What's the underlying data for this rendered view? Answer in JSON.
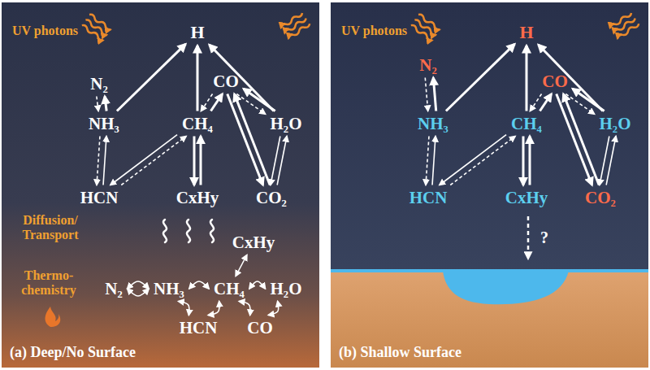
{
  "diagram": {
    "nodes": [
      {
        "text": [
          "(a) Deep/No Surface"
        ]
      },
      {
        "text": [
          "H"
        ],
        "in": 0
      },
      {
        "text": [
          "N₂"
        ],
        "in": 0
      },
      {
        "text": [
          "CO"
        ],
        "in": 0
      },
      {
        "text": [
          "NH₃"
        ],
        "in": 0
      },
      {
        "text": [
          "CH₄"
        ],
        "in": 0
      },
      {
        "text": [
          "H₂O"
        ],
        "in": 0
      },
      {
        "text": [
          "HCN"
        ],
        "in": 0
      },
      {
        "text": [
          "CxHy"
        ],
        "in": 0
      },
      {
        "text": [
          "CO₂"
        ],
        "in": 0
      },
      {
        "text": [
          "CxHy"
        ],
        "in": 0
      },
      {
        "text": [
          "N₂"
        ],
        "in": 0
      },
      {
        "text": [
          "NH₃"
        ],
        "in": 0
      },
      {
        "text": [
          "CH₄"
        ],
        "in": 0
      },
      {
        "text": [
          "H₂O"
        ],
        "in": 0
      },
      {
        "text": [
          "HCN"
        ],
        "in": 0
      },
      {
        "text": [
          "CO"
        ],
        "in": 0
      },
      {
        "text": [
          "(b) Shallow Surface"
        ]
      },
      {
        "text": [
          "H"
        ],
        "in": 17
      },
      {
        "text": [
          "N₂"
        ],
        "in": 17
      },
      {
        "text": [
          "CO"
        ],
        "in": 17
      },
      {
        "text": [
          "NH₃"
        ],
        "in": 17
      },
      {
        "text": [
          "CH₄"
        ],
        "in": 17
      },
      {
        "text": [
          "H₂O"
        ],
        "in": 17
      },
      {
        "text": [
          "HCN"
        ],
        "in": 17
      },
      {
        "text": [
          "CxHy"
        ],
        "in": 17
      },
      {
        "text": [
          "CO₂"
        ],
        "in": 17
      }
    ],
    "edges": [
      {
        "from": 4,
        "to": 1,
        "arrow": "to"
      },
      {
        "from": 5,
        "to": 1,
        "arrow": "to"
      },
      {
        "from": 6,
        "to": 1,
        "arrow": "to"
      },
      {
        "from": 4,
        "to": 2,
        "arrow": "to"
      },
      {
        "from": 2,
        "to": 4,
        "arrow": "to"
      },
      {
        "from": 5,
        "to": 3,
        "arrow": "to"
      },
      {
        "from": 3,
        "to": 5,
        "arrow": "to"
      },
      {
        "from": 6,
        "to": 3,
        "arrow": "to"
      },
      {
        "from": 3,
        "to": 6,
        "arrow": "to"
      },
      {
        "from": 3,
        "to": 9,
        "arrow": "to"
      },
      {
        "from": 9,
        "to": 3,
        "arrow": "to"
      },
      {
        "from": 6,
        "to": 9,
        "arrow": "to"
      },
      {
        "from": 9,
        "to": 6,
        "arrow": "to"
      },
      {
        "from": 7,
        "to": 4,
        "arrow": "to"
      },
      {
        "from": 4,
        "to": 7,
        "arrow": "to"
      },
      {
        "from": 5,
        "to": 7,
        "arrow": "to"
      },
      {
        "from": 7,
        "to": 5,
        "arrow": "to"
      },
      {
        "from": 5,
        "to": 8,
        "arrow": "to"
      },
      {
        "from": 8,
        "to": 5,
        "arrow": "to"
      },
      {
        "from": 11,
        "to": 12,
        "arrow": "both"
      },
      {
        "from": 12,
        "to": 13,
        "arrow": "both"
      },
      {
        "from": 13,
        "to": 14,
        "arrow": "both"
      },
      {
        "from": 13,
        "to": 10,
        "arrow": "both"
      },
      {
        "from": 12,
        "to": 15,
        "arrow": "both"
      },
      {
        "from": 15,
        "to": 13,
        "arrow": "both"
      },
      {
        "from": 13,
        "to": 16,
        "arrow": "both"
      },
      {
        "from": 16,
        "to": 14,
        "arrow": "both"
      },
      {
        "from": 11,
        "to": 12,
        "arrow": "both"
      },
      {
        "from": 21,
        "to": 18,
        "arrow": "to"
      },
      {
        "from": 22,
        "to": 18,
        "arrow": "to"
      },
      {
        "from": 23,
        "to": 18,
        "arrow": "to"
      },
      {
        "from": 21,
        "to": 19,
        "arrow": "to"
      },
      {
        "from": 19,
        "to": 21,
        "arrow": "to"
      },
      {
        "from": 22,
        "to": 20,
        "arrow": "to"
      },
      {
        "from": 20,
        "to": 22,
        "arrow": "to"
      },
      {
        "from": 23,
        "to": 20,
        "arrow": "to"
      },
      {
        "from": 20,
        "to": 23,
        "arrow": "to"
      },
      {
        "from": 20,
        "to": 26,
        "arrow": "to"
      },
      {
        "from": 26,
        "to": 20,
        "arrow": "to"
      },
      {
        "from": 23,
        "to": 26,
        "arrow": "to"
      },
      {
        "from": 26,
        "to": 23,
        "arrow": "to"
      },
      {
        "from": 24,
        "to": 21,
        "arrow": "to"
      },
      {
        "from": 21,
        "to": 24,
        "arrow": "to"
      },
      {
        "from": 22,
        "to": 24,
        "arrow": "to"
      },
      {
        "from": 24,
        "to": 22,
        "arrow": "to"
      },
      {
        "from": 22,
        "to": 25,
        "arrow": "to"
      },
      {
        "from": 25,
        "to": 22,
        "arrow": "to"
      }
    ],
    "labels": [
      "UV photons",
      "Diffusion/ Transport",
      "Thermo- chemistry",
      "UV photons",
      "?"
    ]
  }
}
